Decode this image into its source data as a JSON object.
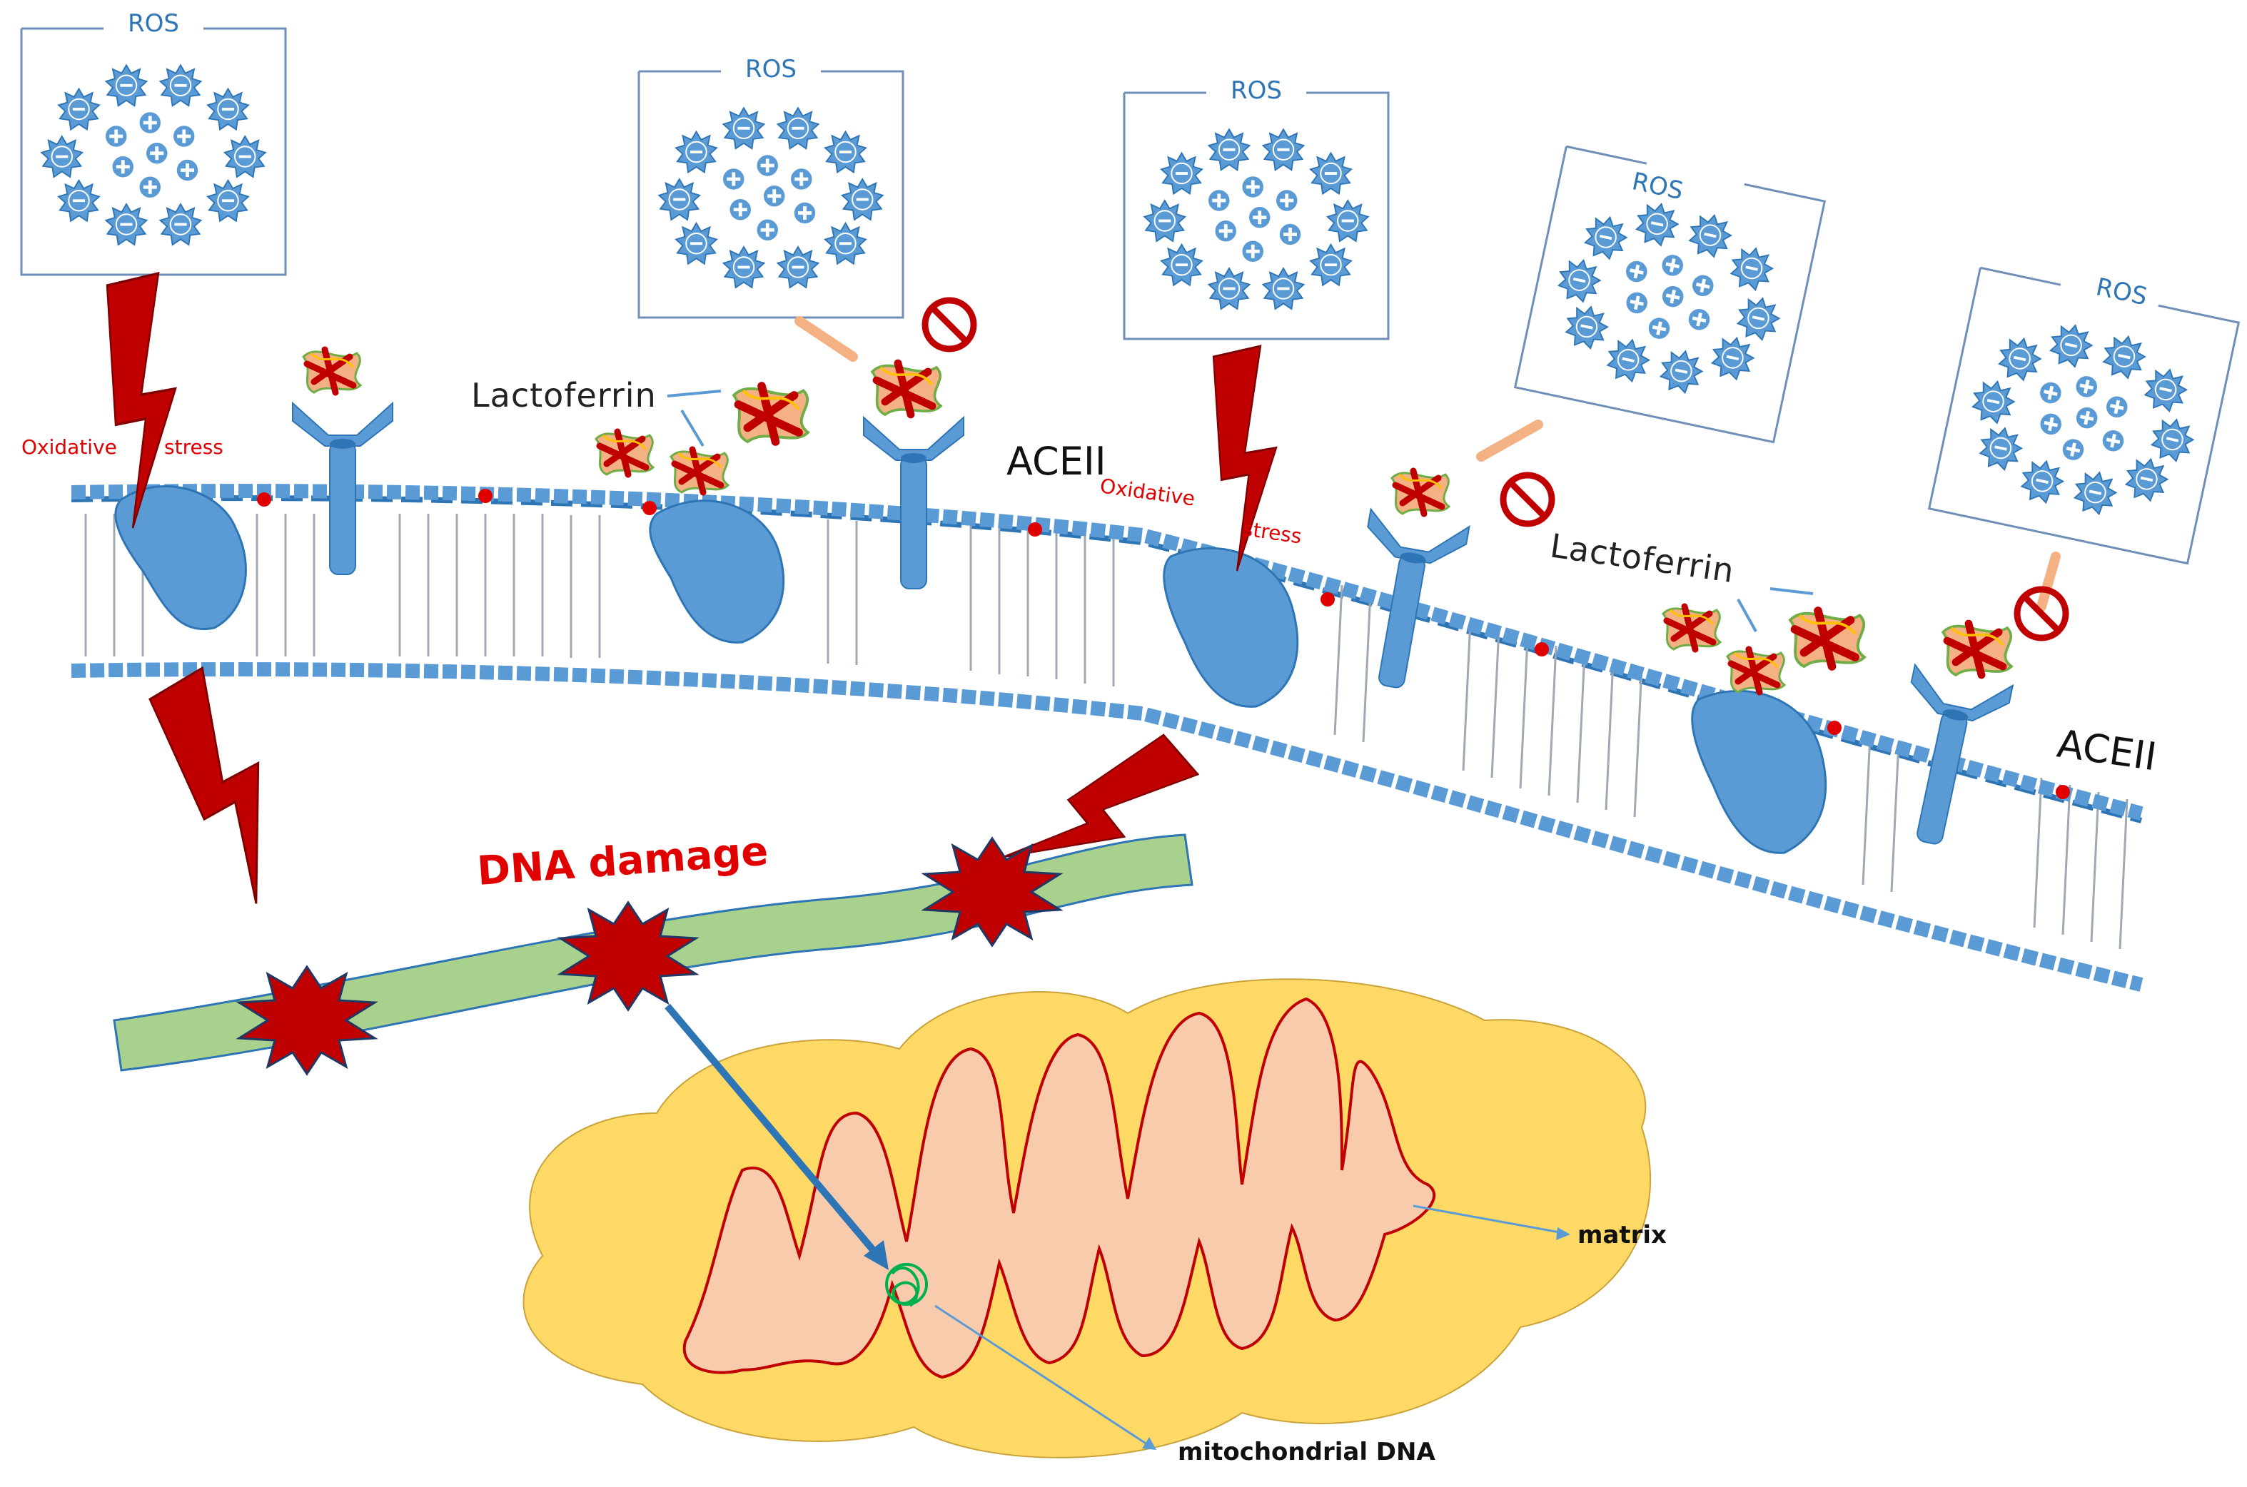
{
  "labels": {
    "ros": "ROS",
    "oxidative": "Oxidative",
    "stress": "stress",
    "lactoferrin": "Lactoferrin",
    "aceii": "ACEII",
    "dna_damage": "DNA damage",
    "matrix": "matrix",
    "mitochondrial_dna": "mitochondrial DNA"
  },
  "colors": {
    "ros_blue": "#5b9bd5",
    "ros_border": "#2e75b6",
    "bolt_red": "#c00000",
    "dna_green": "#a9d18e",
    "mito_outer": "#ffd966",
    "mito_inner": "#f8cbad",
    "mito_membrane": "#c00000",
    "label_red": "#e00000",
    "inhibit_red": "#c00000"
  },
  "icons": [
    "ros-cluster",
    "lightning-bolt",
    "ace2-receptor",
    "lactoferrin-protein",
    "inhibit-symbol",
    "dna-damage-burst",
    "mitochondrion"
  ]
}
